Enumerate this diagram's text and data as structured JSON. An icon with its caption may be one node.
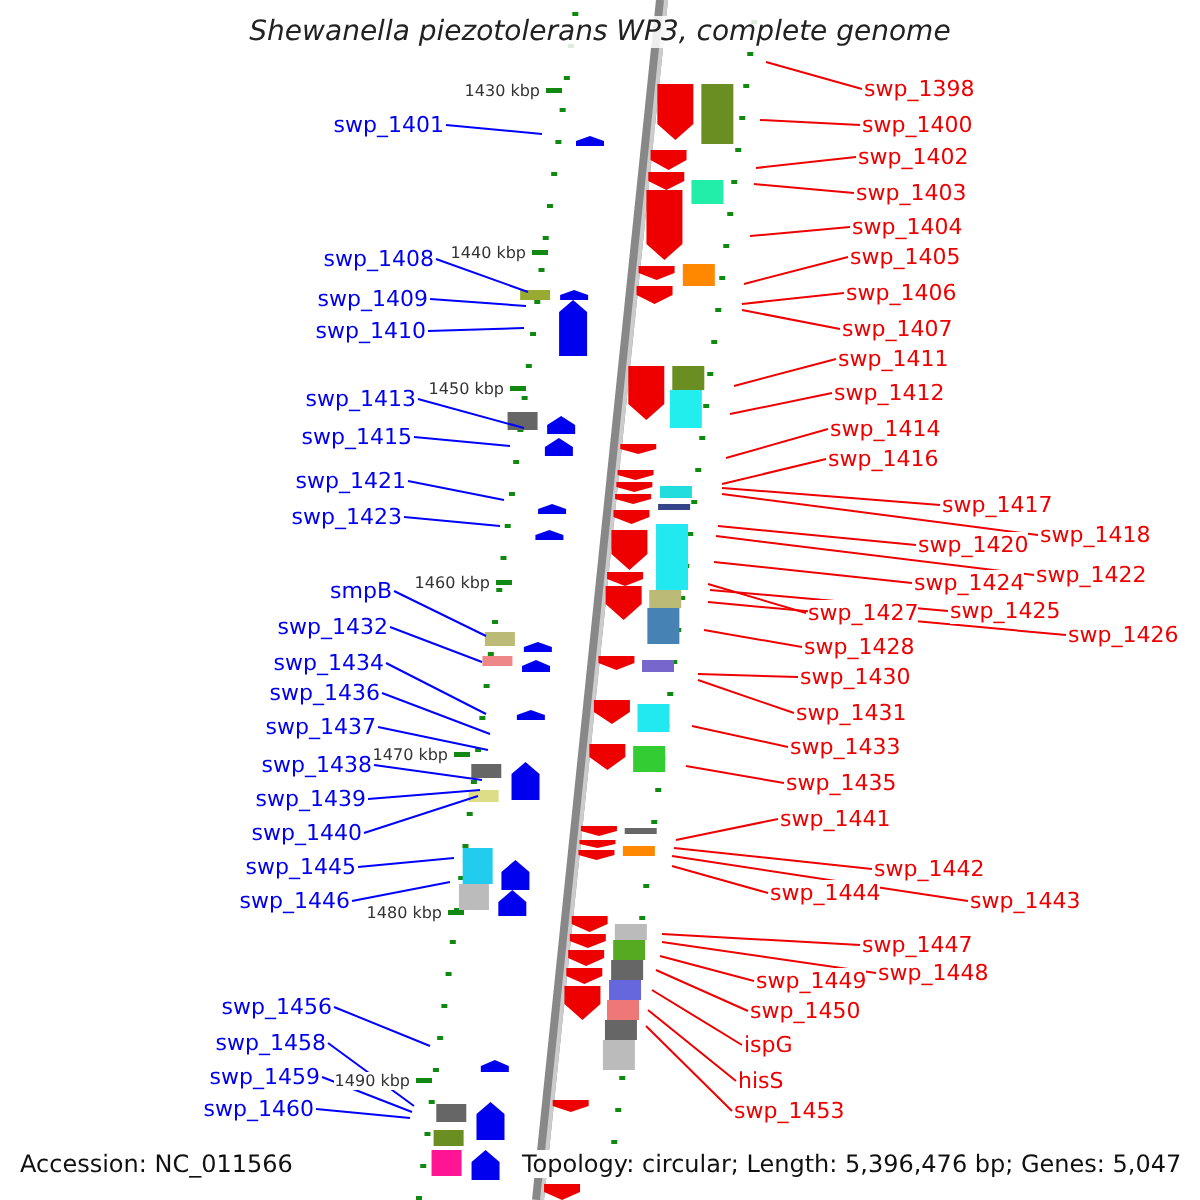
{
  "diagram": {
    "title": "Shewanella piezotolerans WP3, complete genome",
    "nodes": [
      {
        "text": [
          "swp_1401"
        ]
      },
      {
        "text": [
          "swp_1408"
        ]
      },
      {
        "text": [
          "swp_1409"
        ]
      },
      {
        "text": [
          "swp_1410"
        ]
      },
      {
        "text": [
          "swp_1413"
        ]
      },
      {
        "text": [
          "swp_1415"
        ]
      },
      {
        "text": [
          "swp_1421"
        ]
      },
      {
        "text": [
          "swp_1423"
        ]
      },
      {
        "text": [
          "smpB"
        ]
      },
      {
        "text": [
          "swp_1432"
        ]
      },
      {
        "text": [
          "swp_1434"
        ]
      },
      {
        "text": [
          "swp_1436"
        ]
      },
      {
        "text": [
          "swp_1437"
        ]
      },
      {
        "text": [
          "swp_1438"
        ]
      },
      {
        "text": [
          "swp_1439"
        ]
      },
      {
        "text": [
          "swp_1440"
        ]
      },
      {
        "text": [
          "swp_1445"
        ]
      },
      {
        "text": [
          "swp_1446"
        ]
      },
      {
        "text": [
          "swp_1456"
        ]
      },
      {
        "text": [
          "swp_1458"
        ]
      },
      {
        "text": [
          "swp_1459"
        ]
      },
      {
        "text": [
          "swp_1460"
        ]
      },
      {
        "text": [
          "swp_1398"
        ]
      },
      {
        "text": [
          "swp_1400"
        ]
      },
      {
        "text": [
          "swp_1402"
        ]
      },
      {
        "text": [
          "swp_1403"
        ]
      },
      {
        "text": [
          "swp_1404"
        ]
      },
      {
        "text": [
          "swp_1405"
        ]
      },
      {
        "text": [
          "swp_1406"
        ]
      },
      {
        "text": [
          "swp_1407"
        ]
      },
      {
        "text": [
          "swp_1411"
        ]
      },
      {
        "text": [
          "swp_1412"
        ]
      },
      {
        "text": [
          "swp_1414"
        ]
      },
      {
        "text": [
          "swp_1416"
        ]
      },
      {
        "text": [
          "swp_1417"
        ]
      },
      {
        "text": [
          "swp_1418"
        ]
      },
      {
        "text": [
          "swp_1420"
        ]
      },
      {
        "text": [
          "swp_1422"
        ]
      },
      {
        "text": [
          "swp_1424"
        ]
      },
      {
        "text": [
          "swp_1425"
        ]
      },
      {
        "text": [
          "swp_1427"
        ]
      },
      {
        "text": [
          "swp_1426"
        ]
      },
      {
        "text": [
          "swp_1428"
        ]
      },
      {
        "text": [
          "swp_1430"
        ]
      },
      {
        "text": [
          "swp_1431"
        ]
      },
      {
        "text": [
          "swp_1433"
        ]
      },
      {
        "text": [
          "swp_1435"
        ]
      },
      {
        "text": [
          "swp_1441"
        ]
      },
      {
        "text": [
          "swp_1442"
        ]
      },
      {
        "text": [
          "swp_1443"
        ]
      },
      {
        "text": [
          "swp_1444"
        ]
      },
      {
        "text": [
          "swp_1447"
        ]
      },
      {
        "text": [
          "swp_1448"
        ]
      },
      {
        "text": [
          "swp_1449"
        ]
      },
      {
        "text": [
          "swp_1450"
        ]
      },
      {
        "text": [
          "ispG"
        ]
      },
      {
        "text": [
          "hisS"
        ]
      },
      {
        "text": [
          "swp_1453"
        ]
      }
    ],
    "edges": [
      {
        "from": 0,
        "to": null,
        "arrow": "none",
        "color": "#0000ff"
      },
      {
        "from": 1,
        "to": null,
        "arrow": "none",
        "color": "#0000ff"
      },
      {
        "from": 2,
        "to": null,
        "arrow": "none",
        "color": "#0000ff"
      },
      {
        "from": 3,
        "to": null,
        "arrow": "none",
        "color": "#0000ff"
      },
      {
        "from": 4,
        "to": null,
        "arrow": "none",
        "color": "#0000ff"
      },
      {
        "from": 5,
        "to": null,
        "arrow": "none",
        "color": "#0000ff"
      },
      {
        "from": 6,
        "to": null,
        "arrow": "none",
        "color": "#0000ff"
      },
      {
        "from": 7,
        "to": null,
        "arrow": "none",
        "color": "#0000ff"
      },
      {
        "from": 8,
        "to": null,
        "arrow": "none",
        "color": "#0000ff"
      },
      {
        "from": 9,
        "to": null,
        "arrow": "none",
        "color": "#0000ff"
      },
      {
        "from": 10,
        "to": null,
        "arrow": "none",
        "color": "#0000ff"
      },
      {
        "from": 11,
        "to": null,
        "arrow": "none",
        "color": "#0000ff"
      },
      {
        "from": 12,
        "to": null,
        "arrow": "none",
        "color": "#0000ff"
      },
      {
        "from": 13,
        "to": null,
        "arrow": "none",
        "color": "#0000ff"
      },
      {
        "from": 14,
        "to": null,
        "arrow": "none",
        "color": "#0000ff"
      },
      {
        "from": 15,
        "to": null,
        "arrow": "none",
        "color": "#0000ff"
      },
      {
        "from": 16,
        "to": null,
        "arrow": "none",
        "color": "#0000ff"
      },
      {
        "from": 17,
        "to": null,
        "arrow": "none",
        "color": "#0000ff"
      },
      {
        "from": 18,
        "to": null,
        "arrow": "none",
        "color": "#0000ff"
      },
      {
        "from": 19,
        "to": null,
        "arrow": "none",
        "color": "#0000ff"
      },
      {
        "from": 20,
        "to": null,
        "arrow": "none",
        "color": "#0000ff"
      },
      {
        "from": 21,
        "to": null,
        "arrow": "none",
        "color": "#0000ff"
      },
      {
        "from": 22,
        "to": null,
        "arrow": "none"
      },
      {
        "from": 23,
        "to": null,
        "arrow": "none"
      },
      {
        "from": 24,
        "to": null,
        "arrow": "none"
      },
      {
        "from": 25,
        "to": null,
        "arrow": "none"
      },
      {
        "from": 26,
        "to": null,
        "arrow": "none"
      },
      {
        "from": 27,
        "to": null,
        "arrow": "none"
      },
      {
        "from": 28,
        "to": null,
        "arrow": "none"
      },
      {
        "from": 29,
        "to": null,
        "arrow": "none"
      },
      {
        "from": 30,
        "to": null,
        "arrow": "none"
      },
      {
        "from": 31,
        "to": null,
        "arrow": "none"
      },
      {
        "from": 32,
        "to": null,
        "arrow": "none"
      },
      {
        "from": 33,
        "to": null,
        "arrow": "none"
      },
      {
        "from": 34,
        "to": null,
        "arrow": "none"
      },
      {
        "from": 35,
        "to": null,
        "arrow": "none"
      },
      {
        "from": 36,
        "to": null,
        "arrow": "none"
      },
      {
        "from": 37,
        "to": null,
        "arrow": "none"
      },
      {
        "from": 38,
        "to": null,
        "arrow": "none"
      },
      {
        "from": 39,
        "to": null,
        "arrow": "none"
      },
      {
        "from": 40,
        "to": null,
        "arrow": "none"
      },
      {
        "from": 41,
        "to": null,
        "arrow": "none"
      },
      {
        "from": 42,
        "to": null,
        "arrow": "none"
      },
      {
        "from": 43,
        "to": null,
        "arrow": "none"
      },
      {
        "from": 44,
        "to": null,
        "arrow": "none"
      },
      {
        "from": 45,
        "to": null,
        "arrow": "none"
      },
      {
        "from": 46,
        "to": null,
        "arrow": "none"
      },
      {
        "from": 47,
        "to": null,
        "arrow": "none"
      },
      {
        "from": 48,
        "to": null,
        "arrow": "none"
      },
      {
        "from": 49,
        "to": null,
        "arrow": "none"
      },
      {
        "from": 50,
        "to": null,
        "arrow": "none"
      },
      {
        "from": 51,
        "to": null,
        "arrow": "none"
      },
      {
        "from": 52,
        "to": null,
        "arrow": "none"
      },
      {
        "from": 53,
        "to": null,
        "arrow": "none"
      },
      {
        "from": 54,
        "to": null,
        "arrow": "none"
      },
      {
        "from": 55,
        "to": null,
        "arrow": "none"
      },
      {
        "from": 56,
        "to": null,
        "arrow": "none"
      },
      {
        "from": 57,
        "to": null,
        "arrow": "none"
      }
    ],
    "labels": [
      "1430 kbp",
      "1440 kbp",
      "1450 kbp",
      "1460 kbp",
      "1470 kbp",
      "1480 kbp",
      "1490 kbp",
      "Accession: NC_011566",
      "Topology: circular; Length: 5,396,476 bp; Genes: 5,047"
    ]
  }
}
